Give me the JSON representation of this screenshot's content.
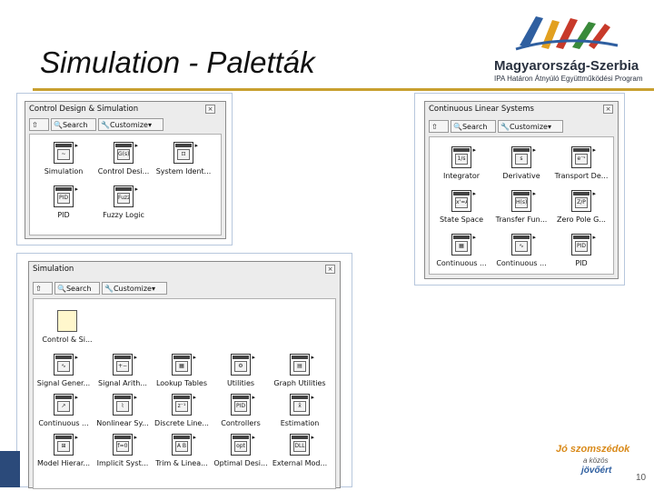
{
  "slide": {
    "title": "Simulation - Paletták",
    "page_number": "10",
    "accent_color": "#c8a030"
  },
  "logo": {
    "name": "Magyarország-Szerbia",
    "subtitle": "IPA Határon Átnyúló Együttműködési Program"
  },
  "slogan": {
    "line1": "Jó szomszédok",
    "line2": "a közös",
    "line3": "jövőért"
  },
  "toolbar": {
    "up_icon": "up-arrow-icon",
    "search_label": "Search",
    "customize_label": "Customize▾",
    "close_glyph": "×"
  },
  "palettes": [
    {
      "title": "Control Design & Simulation",
      "items": [
        {
          "label": "Simulation",
          "glyph": "~"
        },
        {
          "label": "Control Desi...",
          "glyph": "G(s)"
        },
        {
          "label": "System Ident...",
          "glyph": "⊡"
        },
        {
          "label": "PID",
          "glyph": "PID"
        },
        {
          "label": "Fuzzy Logic",
          "glyph": "Fuzzy"
        }
      ]
    },
    {
      "title": "Continuous Linear Systems",
      "items": [
        {
          "label": "Integrator",
          "glyph": "1/s"
        },
        {
          "label": "Derivative",
          "glyph": "s"
        },
        {
          "label": "Transport De...",
          "glyph": "e⁻ˢ"
        },
        {
          "label": "State Space",
          "glyph": "x'=Ax"
        },
        {
          "label": "Transfer Fun...",
          "glyph": "H(s)"
        },
        {
          "label": "Zero Pole G...",
          "glyph": "Z/P"
        },
        {
          "label": "Continuous ...",
          "glyph": "▦"
        },
        {
          "label": "Continuous ...",
          "glyph": "∿"
        },
        {
          "label": "PID",
          "glyph": "PID"
        }
      ]
    },
    {
      "title": "Simulation",
      "folder_label": "Control & Si...",
      "items": [
        {
          "label": "Signal Gener...",
          "glyph": "∿"
        },
        {
          "label": "Signal Arith...",
          "glyph": "+−"
        },
        {
          "label": "Lookup Tables",
          "glyph": "▦"
        },
        {
          "label": "Utilities",
          "glyph": "⚙"
        },
        {
          "label": "Graph Utilities",
          "glyph": "▤"
        },
        {
          "label": "Continuous ...",
          "glyph": "↗"
        },
        {
          "label": "Nonlinear Sy...",
          "glyph": "⌇"
        },
        {
          "label": "Discrete Line...",
          "glyph": "z⁻¹"
        },
        {
          "label": "Controllers",
          "glyph": "PID"
        },
        {
          "label": "Estimation",
          "glyph": "x̂"
        },
        {
          "label": "Model Hierar...",
          "glyph": "⊞"
        },
        {
          "label": "Implicit Syst...",
          "glyph": "f=0"
        },
        {
          "label": "Trim & Linea...",
          "glyph": "A B"
        },
        {
          "label": "Optimal Desi...",
          "glyph": "opt"
        },
        {
          "label": "External Mod...",
          "glyph": "DLL"
        }
      ]
    }
  ]
}
